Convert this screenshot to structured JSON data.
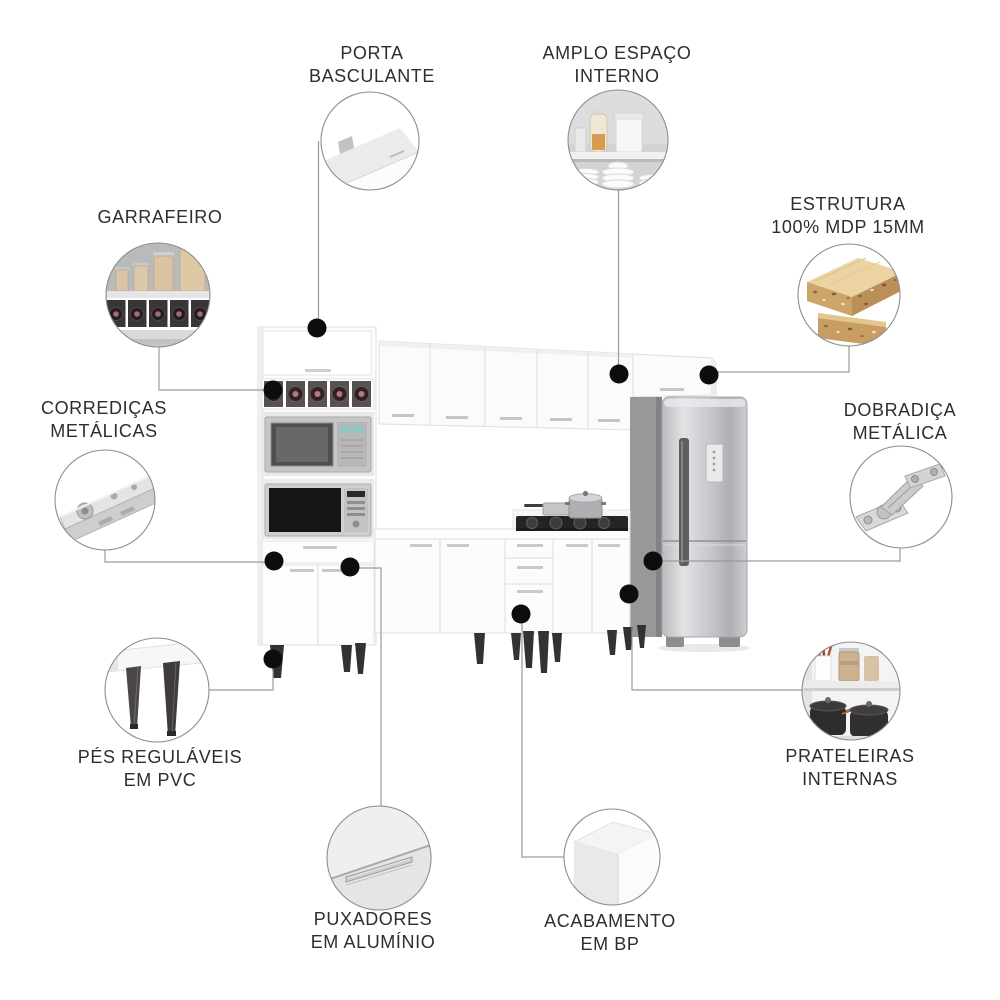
{
  "callouts": {
    "porta_basculante": {
      "line1": "PORTA",
      "line2": "BASCULANTE",
      "icon": "flip-door-icon"
    },
    "amplo_espaco": {
      "line1": "AMPLO ESPAÇO",
      "line2": "INTERNO",
      "icon": "shelf-storage-icon"
    },
    "garrafeiro": {
      "line1": "GARRAFEIRO",
      "line2": "",
      "icon": "bottle-rack-icon"
    },
    "estrutura": {
      "line1": "ESTRUTURA",
      "line2": "100% MDP 15MM",
      "icon": "mdp-board-icon"
    },
    "corredicas": {
      "line1": "CORREDIÇAS",
      "line2": "METÁLICAS",
      "icon": "drawer-slide-icon"
    },
    "dobradica": {
      "line1": "DOBRADIÇA",
      "line2": "METÁLICA",
      "icon": "hinge-icon"
    },
    "pes": {
      "line1": "PÉS REGULÁVEIS",
      "line2": "EM PVC",
      "icon": "adjustable-feet-icon"
    },
    "prateleiras": {
      "line1": "PRATELEIRAS",
      "line2": "INTERNAS",
      "icon": "internal-shelves-icon"
    },
    "puxadores": {
      "line1": "PUXADORES",
      "line2": "EM ALUMÍNIO",
      "icon": "aluminum-handle-icon"
    },
    "acabamento": {
      "line1": "ACABAMENTO",
      "line2": "EM BP",
      "icon": "bp-finish-icon"
    }
  },
  "colors": {
    "text": "#2e2e2e",
    "connector_line": "#9a9a9a",
    "callout_dot": "#0d0d0d",
    "circle_border": "#8d8d8d",
    "cabinet_white": "#fcfcfc",
    "steel": "#c3c5c8",
    "wood_mdp": "#cda469"
  }
}
